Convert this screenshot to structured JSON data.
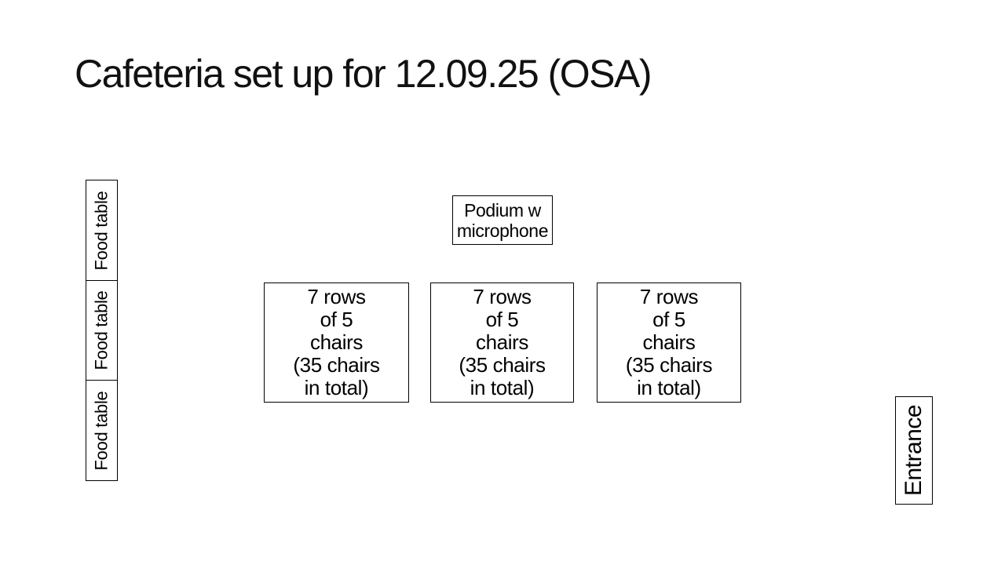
{
  "slide": {
    "title": "Cafeteria set up for 12.09.25 (OSA)",
    "food_tables": [
      {
        "label": "Food table"
      },
      {
        "label": "Food table"
      },
      {
        "label": "Food table"
      }
    ],
    "podium": {
      "label": "Podium w\nmicrophone"
    },
    "chair_blocks": [
      {
        "label": "7 rows\nof 5\nchairs\n(35 chairs\nin total)"
      },
      {
        "label": "7 rows\nof 5\nchairs\n(35 chairs\nin total)"
      },
      {
        "label": "7 rows\nof 5\nchairs\n(35 chairs\nin total)"
      }
    ],
    "entrance": {
      "label": "Entrance"
    },
    "colors": {
      "background": "#ffffff",
      "border": "#000000",
      "text": "#000000"
    }
  }
}
